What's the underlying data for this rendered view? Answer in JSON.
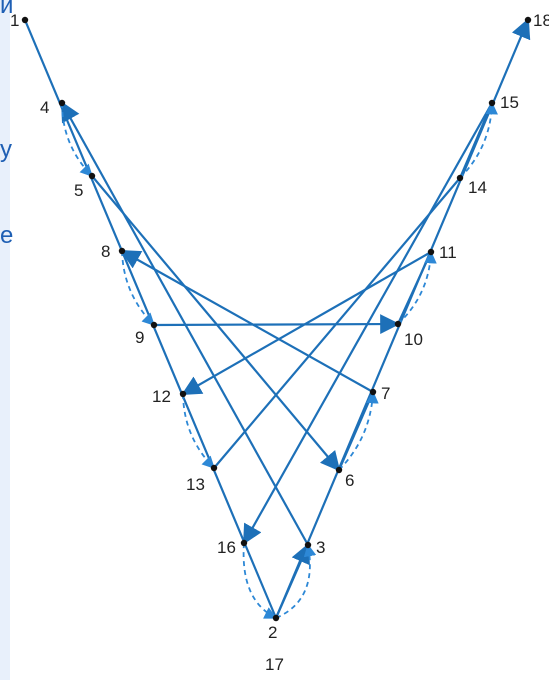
{
  "side_text": [
    "й",
    "у",
    "е"
  ],
  "points": [
    {
      "label": "1"
    },
    {
      "label": "2"
    },
    {
      "label": "3"
    },
    {
      "label": "4"
    },
    {
      "label": "5"
    },
    {
      "label": "6"
    },
    {
      "label": "7"
    },
    {
      "label": "8"
    },
    {
      "label": "9"
    },
    {
      "label": "10"
    },
    {
      "label": "11"
    },
    {
      "label": "12"
    },
    {
      "label": "13"
    },
    {
      "label": "14"
    },
    {
      "label": "15"
    },
    {
      "label": "16"
    },
    {
      "label": "17"
    },
    {
      "label": "18"
    }
  ],
  "colors": {
    "line": "#1d70b8",
    "dashed": "#2d88d6",
    "dot": "#111111"
  }
}
